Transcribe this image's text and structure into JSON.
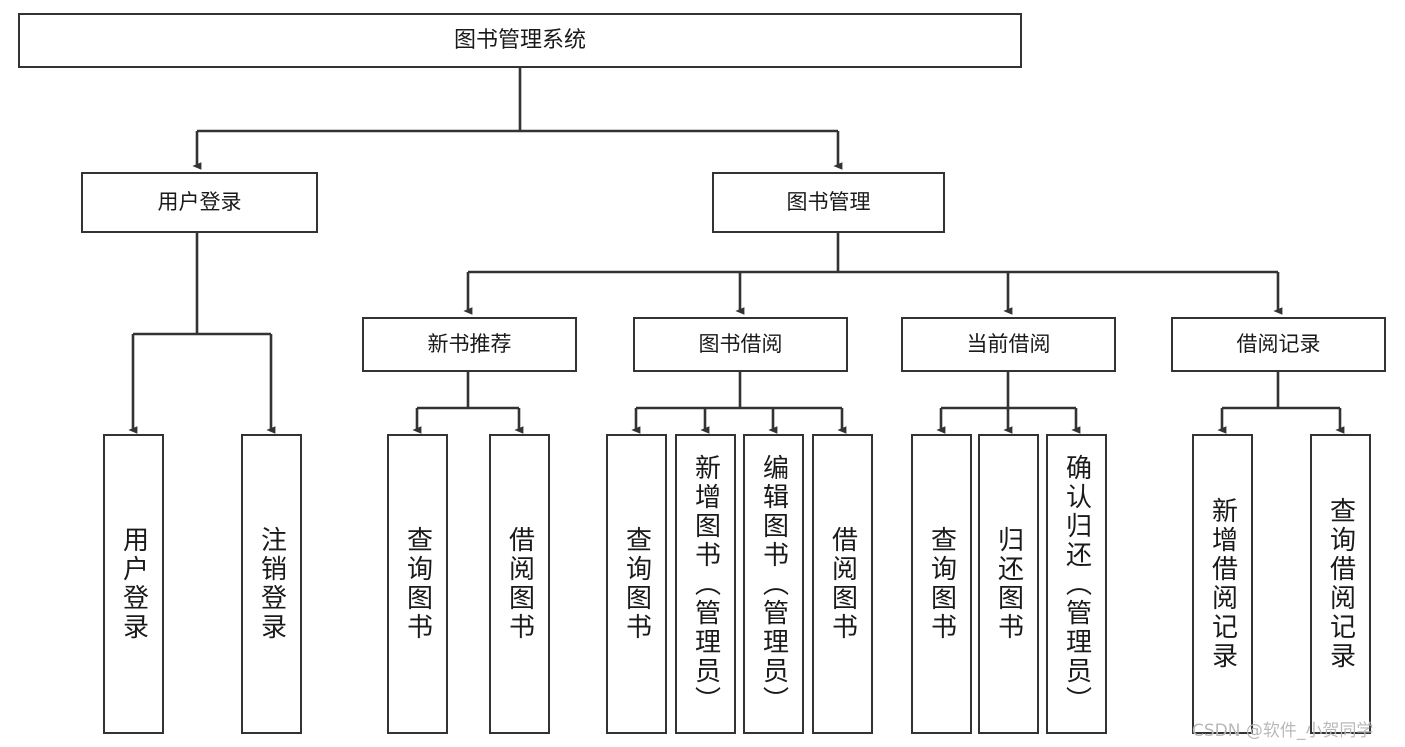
{
  "diagram": {
    "title": "图书管理系统",
    "type": "tree-hierarchy-chart",
    "stroke_color": "#333333",
    "background_color": "#ffffff",
    "text_color": "#1a1a1a"
  },
  "root": {
    "label": "图书管理系统"
  },
  "level2": [
    {
      "label": "用户登录"
    },
    {
      "label": "图书管理"
    }
  ],
  "level3": [
    {
      "label": "新书推荐"
    },
    {
      "label": "图书借阅"
    },
    {
      "label": "当前借阅"
    },
    {
      "label": "借阅记录"
    }
  ],
  "leaves": {
    "user_login": [
      {
        "label": "用户登录"
      },
      {
        "label": "注销登录"
      }
    ],
    "new_book": [
      {
        "label": "查询图书"
      },
      {
        "label": "借阅图书"
      }
    ],
    "book_borrow": [
      {
        "label": "查询图书"
      },
      {
        "label": "新增图书（管理员）"
      },
      {
        "label": "编辑图书（管理员）"
      },
      {
        "label": "借阅图书"
      }
    ],
    "current_borrow": [
      {
        "label": "查询图书"
      },
      {
        "label": "归还图书"
      },
      {
        "label": "确认归还（管理员）"
      }
    ],
    "borrow_record": [
      {
        "label": "新增借阅记录"
      },
      {
        "label": "查询借阅记录"
      }
    ]
  },
  "watermark": {
    "text": "CSDN @软件_小贺同学"
  }
}
